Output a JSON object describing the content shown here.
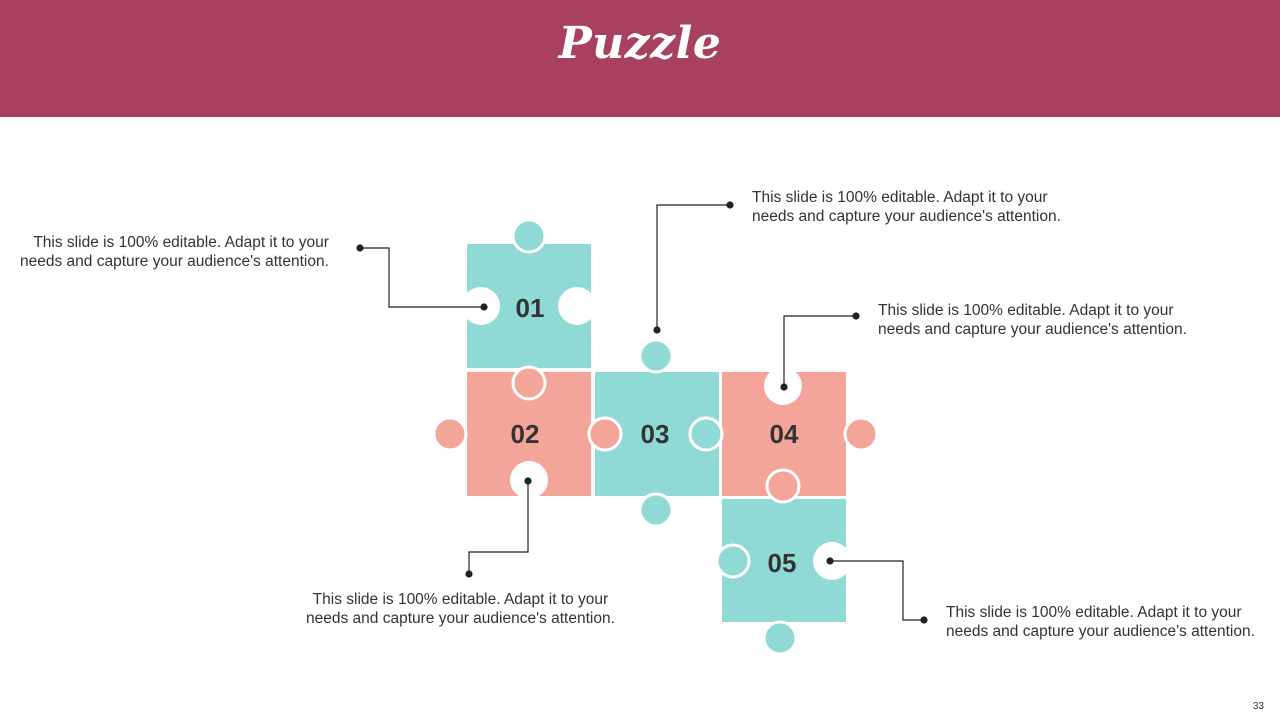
{
  "slide": {
    "title": "Puzzle",
    "page_number": "33"
  },
  "colors": {
    "header": "#a84060",
    "teal": "#8fdad5",
    "coral": "#f4a59a",
    "text": "#333333"
  },
  "pieces": [
    {
      "label": "01",
      "color": "teal"
    },
    {
      "label": "02",
      "color": "coral"
    },
    {
      "label": "03",
      "color": "teal"
    },
    {
      "label": "04",
      "color": "coral"
    },
    {
      "label": "05",
      "color": "teal"
    }
  ],
  "descriptions": [
    "This slide is 100% editable. Adapt it to your\nneeds and capture your audience's attention.",
    "This slide is 100% editable. Adapt it to your\nneeds and capture your audience's attention.",
    "This slide is 100% editable. Adapt it to your\nneeds and capture your audience's attention.",
    "This slide is 100% editable. Adapt it to your\nneeds and capture your audience's attention.",
    "This slide is 100% editable. Adapt it to your\nneeds and capture your audience's attention."
  ]
}
